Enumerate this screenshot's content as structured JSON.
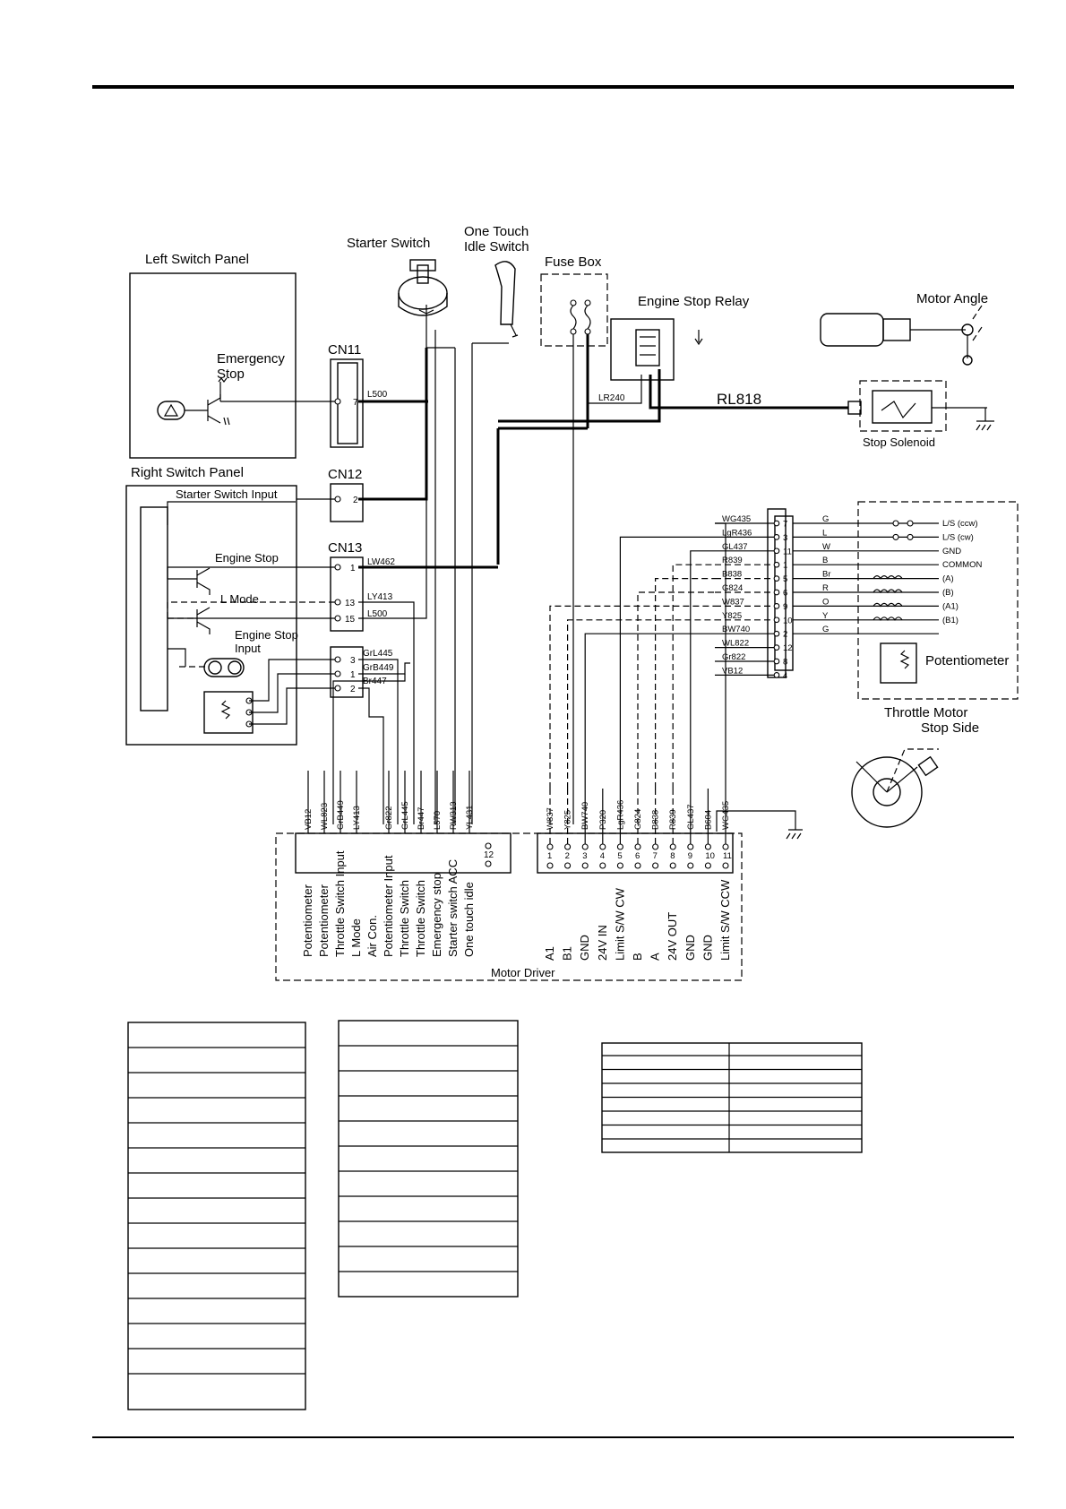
{
  "panels": {
    "left_switch_panel": "Left Switch Panel",
    "right_switch_panel": "Right Switch Panel",
    "starter_switch": "Starter Switch",
    "one_touch_line1": "One Touch",
    "one_touch_line2": "Idle Switch",
    "fuse_box": "Fuse Box",
    "engine_stop_relay": "Engine Stop Relay",
    "motor_angle": "Motor Angle",
    "emergency_stop_line1": "Emergency",
    "emergency_stop_line2": "Stop",
    "stop_solenoid": "Stop Solenoid",
    "starter_switch_input": "Starter Switch Input",
    "engine_stop": "Engine Stop",
    "l_mode": "L Mode",
    "engine_stop_input_line1": "Engine Stop",
    "engine_stop_input_line2": "Input",
    "throttle_motor": "Throttle Motor",
    "stop_side": "Stop Side",
    "potentiometer": "Potentiometer",
    "motor_driver": "Motor Driver"
  },
  "connectors": {
    "cn11": "CN11",
    "cn12": "CN12",
    "cn13": "CN13"
  },
  "wire_labels": {
    "l500": "L500",
    "lr240": "LR240",
    "rl818": "RL818",
    "lw462": "LW462",
    "ly413": "LY413",
    "l500b": "L500",
    "grl445": "GrL445",
    "grb449": "GrB449",
    "br447": "Br447"
  },
  "pin_numbers": {
    "cn11_7": "7",
    "cn12_2": "2",
    "cn13_1": "1",
    "cn13_13": "13",
    "cn13_15": "15",
    "sc_3": "3",
    "sc_1": "1",
    "sc_2": "2",
    "md_12": "12"
  },
  "throttle_connector": [
    {
      "wire": "WG435",
      "pin": "7",
      "code": "G",
      "desc": "L/S (ccw)"
    },
    {
      "wire": "LgR436",
      "pin": "3",
      "code": "L",
      "desc": "L/S (cw)"
    },
    {
      "wire": "GL437",
      "pin": "11",
      "code": "W",
      "desc": "GND"
    },
    {
      "wire": "R839",
      "pin": "1",
      "code": "B",
      "desc": "COMMON"
    },
    {
      "wire": "B838",
      "pin": "5",
      "code": "Br",
      "desc": "(A)"
    },
    {
      "wire": "G824",
      "pin": "6",
      "code": "R",
      "desc": "(B)"
    },
    {
      "wire": "W837",
      "pin": "9",
      "code": "O",
      "desc": "(A1)"
    },
    {
      "wire": "Y825",
      "pin": "10",
      "code": "Y",
      "desc": "(B1)"
    },
    {
      "wire": "BW740",
      "pin": "2",
      "code": "G",
      "desc": ""
    },
    {
      "wire": "WL822",
      "pin": "12",
      "code": "",
      "desc": ""
    },
    {
      "wire": "Gr822",
      "pin": "8",
      "code": "",
      "desc": ""
    },
    {
      "wire": "VB12",
      "pin": "4",
      "code": "",
      "desc": ""
    }
  ],
  "motor_driver_left": [
    {
      "wire": "VB12",
      "function": "Potentiometer"
    },
    {
      "wire": "WL823",
      "function": "Potentiometer"
    },
    {
      "wire": "GrB449",
      "function": "Throttle Switch Input"
    },
    {
      "wire": "LY413",
      "function": "L Mode"
    },
    {
      "wire": "",
      "function": "Air Con."
    },
    {
      "wire": "Gr822",
      "function": "Potentiometer Input"
    },
    {
      "wire": "GrL445",
      "function": "Throttle Switch"
    },
    {
      "wire": "Br447",
      "function": "Throttle Switch"
    },
    {
      "wire": "L570",
      "function": "Emergency stop"
    },
    {
      "wire": "RW313",
      "function": "Starter switch ACC"
    },
    {
      "wire": "YL431",
      "function": "One touch idle"
    }
  ],
  "motor_driver_right": [
    {
      "wire": "W837",
      "pin": "1",
      "function": "A1"
    },
    {
      "wire": "Y825",
      "pin": "2",
      "function": "B1"
    },
    {
      "wire": "BW740",
      "pin": "3",
      "function": "GND"
    },
    {
      "wire": "P320",
      "pin": "4",
      "function": "24V IN"
    },
    {
      "wire": "LgR436",
      "pin": "5",
      "function": "Limit S/W CW"
    },
    {
      "wire": "G824",
      "pin": "6",
      "function": "B"
    },
    {
      "wire": "B838",
      "pin": "7",
      "function": "A"
    },
    {
      "wire": "R839",
      "pin": "8",
      "function": "24V OUT"
    },
    {
      "wire": "GL437",
      "pin": "9",
      "function": "GND"
    },
    {
      "wire": "B604",
      "pin": "10",
      "function": "GND"
    },
    {
      "wire": "WG435",
      "pin": "11",
      "function": "Limit S/W CCW"
    }
  ]
}
